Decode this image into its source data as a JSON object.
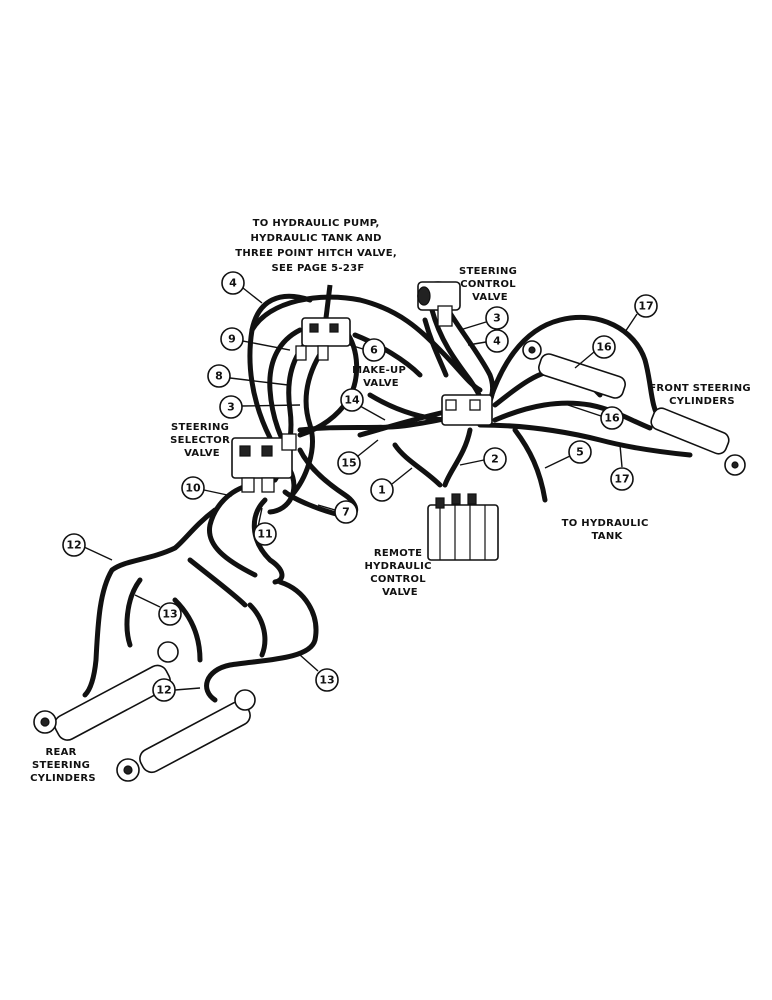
{
  "labels": [
    {
      "id": "hydraulic-pump-note",
      "lines": [
        "TO HYDRAULIC PUMP,",
        "HYDRAULIC TANK AND",
        "THREE POINT HITCH VALVE,",
        "SEE PAGE 5-23F"
      ]
    },
    {
      "id": "steering-control-valve",
      "lines": [
        "STEERING",
        "CONTROL",
        "VALVE"
      ]
    },
    {
      "id": "make-up-valve",
      "lines": [
        "MAKE-UP",
        "VALVE"
      ]
    },
    {
      "id": "steering-selector-valve",
      "lines": [
        "STEERING",
        "SELECTOR",
        "VALVE"
      ]
    },
    {
      "id": "front-steering-cylinders",
      "lines": [
        "FRONT STEERING",
        "CYLINDERS"
      ]
    },
    {
      "id": "to-hydraulic-tank",
      "lines": [
        "TO HYDRAULIC",
        "TANK"
      ]
    },
    {
      "id": "remote-hydraulic-control-valve",
      "lines": [
        "REMOTE",
        "HYDRAULIC",
        "CONTROL",
        "VALVE"
      ]
    },
    {
      "id": "rear-steering-cylinders",
      "lines": [
        "REAR",
        "STEERING",
        "CYLINDERS"
      ]
    }
  ],
  "callouts": [
    "4",
    "9",
    "8",
    "3",
    "6",
    "3",
    "4",
    "17",
    "16",
    "16",
    "14",
    "15",
    "2",
    "5",
    "17",
    "1",
    "10",
    "11",
    "7",
    "12",
    "13",
    "13",
    "12"
  ]
}
